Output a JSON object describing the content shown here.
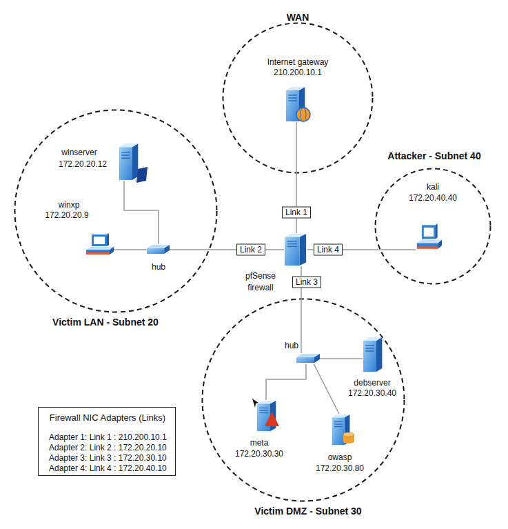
{
  "diagram": {
    "nodes": [
      {
        "text": [
          "WAN"
        ]
      },
      {
        "text": [
          "Internet gateway",
          "210.200.10.1"
        ],
        "in": 0
      },
      {
        "text": [
          "Victim LAN - Subnet 20"
        ]
      },
      {
        "text": [
          "winserver",
          "172.20.20.12"
        ],
        "in": 2
      },
      {
        "text": [
          "winxp",
          "172.20.20.9"
        ],
        "in": 2
      },
      {
        "text": [
          "hub"
        ],
        "in": 2
      },
      {
        "text": [
          "pfSense firewall"
        ]
      },
      {
        "text": [
          "Attacker - Subnet 40"
        ]
      },
      {
        "text": [
          "kali",
          "172.20.40.40"
        ],
        "in": 7
      },
      {
        "text": [
          "Victim DMZ - Subnet 30"
        ]
      },
      {
        "text": [
          "hub"
        ],
        "in": 9
      },
      {
        "text": [
          "debserver",
          "172.20.30.40"
        ],
        "in": 9
      },
      {
        "text": [
          "meta",
          "172.20.30.30"
        ],
        "in": 9
      },
      {
        "text": [
          "owasp",
          "172.20.30.80"
        ],
        "in": 9
      },
      {
        "text": [
          "Firewall NIC Adapters (Links)",
          "Adapter 1: Link 1 : 210.200.10.1",
          "Adapter 2: Link 2 : 172.20.20.10",
          "Adapter 3: Link 3 : 172.20.30.10",
          "Adapter 4: Link 4 : 172.20.40.10"
        ]
      }
    ],
    "edges": [
      {
        "from": 1,
        "to": 6,
        "label": "Link 1",
        "arrow": "none"
      },
      {
        "from": 3,
        "to": 5,
        "arrow": "none"
      },
      {
        "from": 4,
        "to": 5,
        "arrow": "none"
      },
      {
        "from": 5,
        "to": 6,
        "label": "Link 2",
        "arrow": "none"
      },
      {
        "from": 6,
        "to": 8,
        "label": "Link 4",
        "arrow": "none"
      },
      {
        "from": 6,
        "to": 10,
        "label": "Link 3",
        "arrow": "none"
      },
      {
        "from": 10,
        "to": 11,
        "arrow": "none"
      },
      {
        "from": 10,
        "to": 12,
        "arrow": "none"
      },
      {
        "from": 10,
        "to": 13,
        "arrow": "none"
      }
    ]
  }
}
